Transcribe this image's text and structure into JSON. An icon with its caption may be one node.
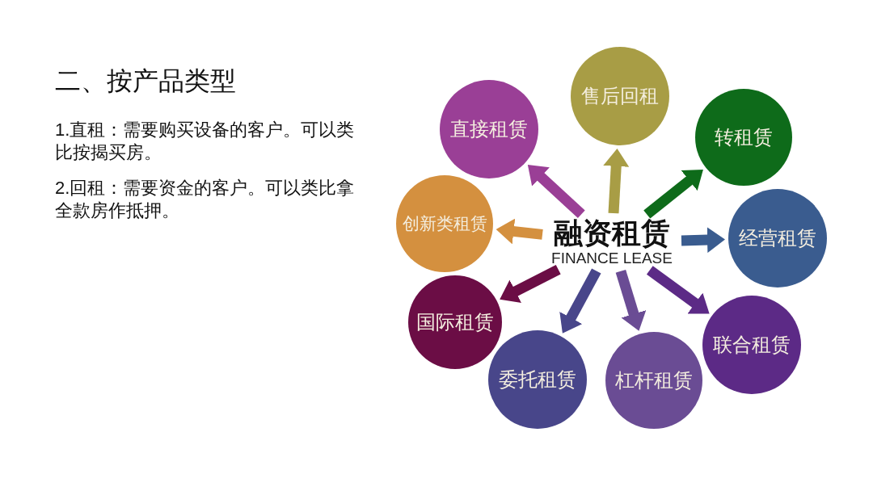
{
  "diagram": {
    "title": "二、按产品类型",
    "nodes": [
      {
        "text": [
          "融资租赁",
          "FINANCE LEASE"
        ]
      },
      {
        "text": [
          "售后回租"
        ]
      },
      {
        "text": [
          "直接租赁"
        ]
      },
      {
        "text": [
          "转租赁"
        ]
      },
      {
        "text": [
          "创新类租赁"
        ]
      },
      {
        "text": [
          "经营租赁"
        ]
      },
      {
        "text": [
          "国际租赁"
        ]
      },
      {
        "text": [
          "联合租赁"
        ]
      },
      {
        "text": [
          "委托租赁"
        ]
      },
      {
        "text": [
          "杠杆租赁"
        ]
      }
    ],
    "edges": [
      {
        "from": 0,
        "to": 1,
        "arrow": "to",
        "color": "#a89d45"
      },
      {
        "from": 0,
        "to": 2,
        "arrow": "to",
        "color": "#9a3f96"
      },
      {
        "from": 0,
        "to": 3,
        "arrow": "to",
        "color": "#0e6b1a"
      },
      {
        "from": 0,
        "to": 4,
        "arrow": "to",
        "color": "#d4903f"
      },
      {
        "from": 0,
        "to": 5,
        "arrow": "to",
        "color": "#3a5c8f"
      },
      {
        "from": 0,
        "to": 6,
        "arrow": "to",
        "color": "#6b0d45"
      },
      {
        "from": 0,
        "to": 7,
        "arrow": "to",
        "color": "#5c2a86"
      },
      {
        "from": 0,
        "to": 8,
        "arrow": "to",
        "color": "#48468a"
      },
      {
        "from": 0,
        "to": 9,
        "arrow": "to",
        "color": "#6a4c94"
      }
    ],
    "labels": [
      "1.直租：需要购买设备的客户。可以类比按揭买房。",
      "2.回租：需要资金的客户。可以类比拿全款房作抵押。"
    ]
  }
}
